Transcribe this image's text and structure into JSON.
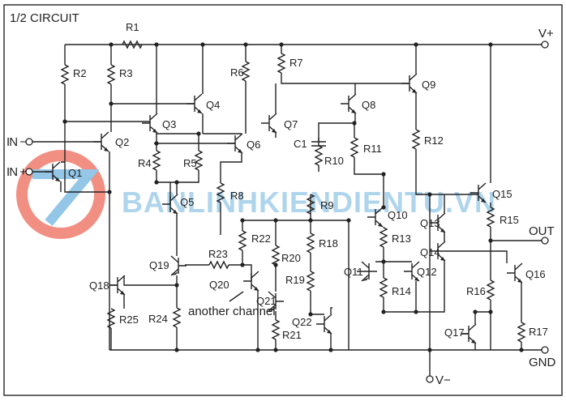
{
  "title": "1/2 CIRCUIT",
  "terminals": {
    "v_plus": "V+",
    "v_minus": "V−",
    "out": "OUT",
    "gnd": "GND",
    "in_minus": "IN −",
    "in_plus": "IN +"
  },
  "note": "another channel",
  "note_line2": "",
  "watermark": "BANLINHKIENDIENTU.VN",
  "capacitors": {
    "C1": "C1"
  },
  "resistors": {
    "R1": "R1",
    "R2": "R2",
    "R3": "R3",
    "R4": "R4",
    "R5": "R5",
    "R6": "R6",
    "R7": "R7",
    "R8": "R8",
    "R9": "R9",
    "R10": "R10",
    "R11": "R11",
    "R12": "R12",
    "R13": "R13",
    "R14": "R14",
    "R15": "R15",
    "R16": "R16",
    "R17": "R17",
    "R18": "R18",
    "R19": "R19",
    "R20": "R20",
    "R21": "R21",
    "R22": "R22",
    "R23": "R23",
    "R24": "R24",
    "R25": "R25"
  },
  "transistors": {
    "Q1": "Q1",
    "Q2": "Q2",
    "Q3": "Q3",
    "Q4": "Q4",
    "Q5": "Q5",
    "Q6": "Q6",
    "Q7": "Q7",
    "Q8": "Q8",
    "Q9": "Q9",
    "Q10": "Q10",
    "Q11": "Q11",
    "Q12": "Q12",
    "Q13": "Q13",
    "Q14": "Q14",
    "Q15": "Q15",
    "Q16": "Q16",
    "Q17": "Q17",
    "Q18": "Q18",
    "Q19": "Q19",
    "Q20": "Q20",
    "Q21": "Q21",
    "Q22": "Q22"
  },
  "colors": {
    "line": "#222222",
    "watermark_blue": "#6fb3e0",
    "watermark_red": "#ee6a5a"
  }
}
